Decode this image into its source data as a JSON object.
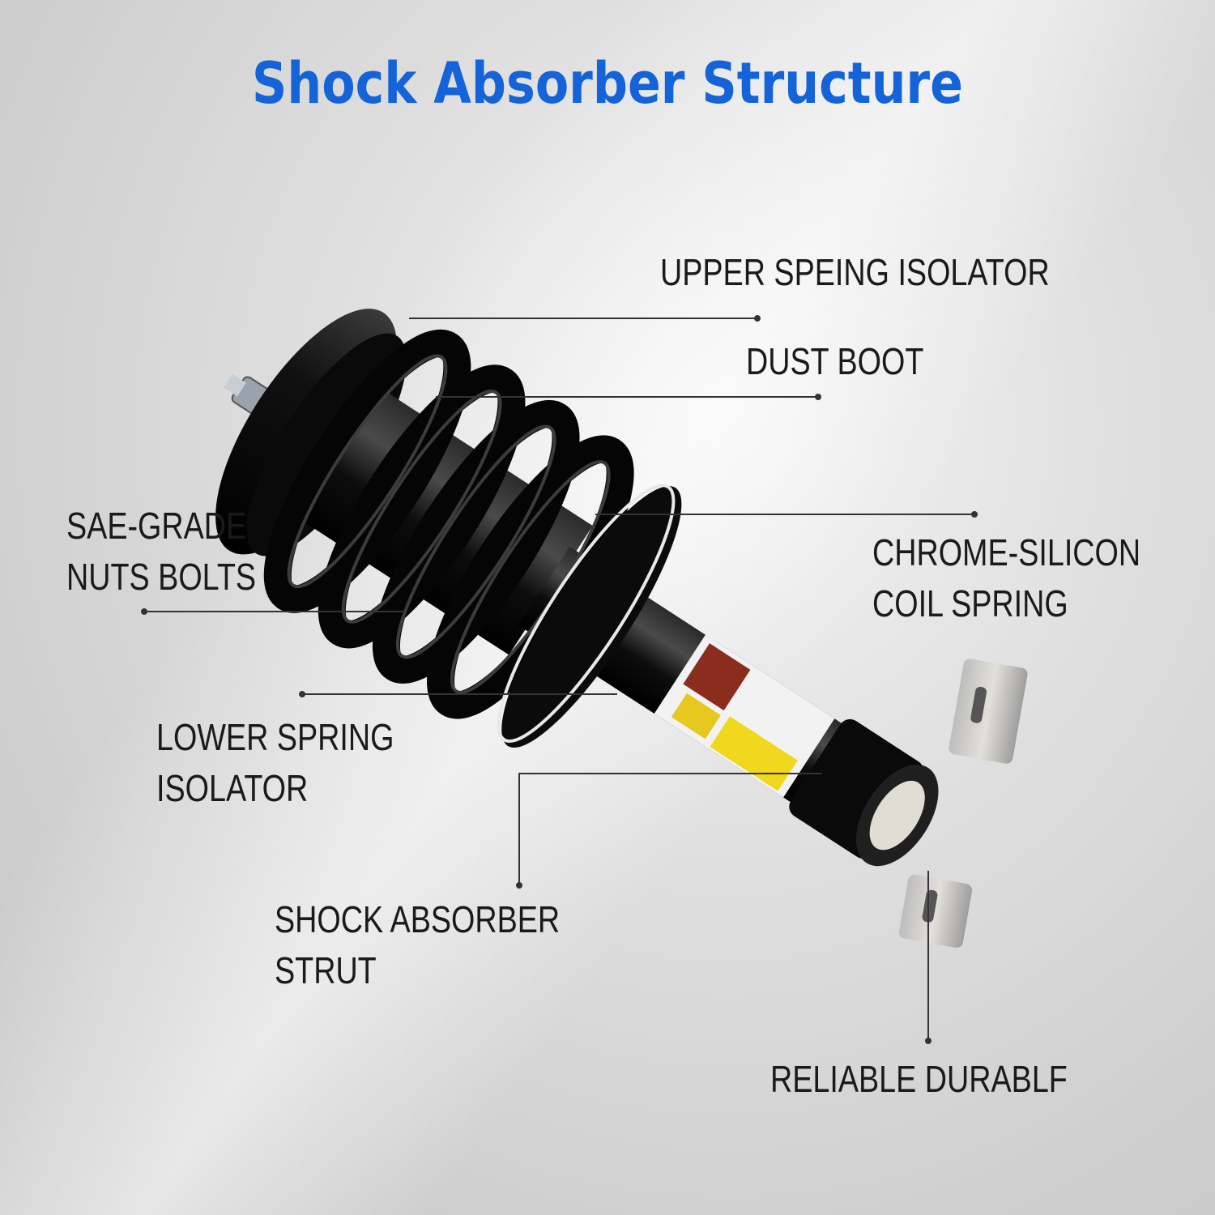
{
  "title": "Shock Absorber Structure",
  "labels": {
    "upper_isolator": "UPPER SPEING ISOLATOR",
    "dust_boot": "DUST BOOT",
    "nuts_bolts_line1": "SAE-GRADE",
    "nuts_bolts_line2": "NUTS BOLTS",
    "coil_spring_line1": "CHROME-SILICON",
    "coil_spring_line2": "COIL SPRING",
    "lower_isolator_line1": "LOWER SPRING",
    "lower_isolator_line2": "ISOLATOR",
    "strut_line1": "SHOCK ABSORBER",
    "strut_line2": "STRUT",
    "durable": "RELIABLE DURABLF"
  },
  "colors": {
    "title": "#1463d8",
    "label_text": "#1a1a1a",
    "leader_line": "#333333"
  },
  "icons": [
    "shock-absorber-assembly"
  ]
}
